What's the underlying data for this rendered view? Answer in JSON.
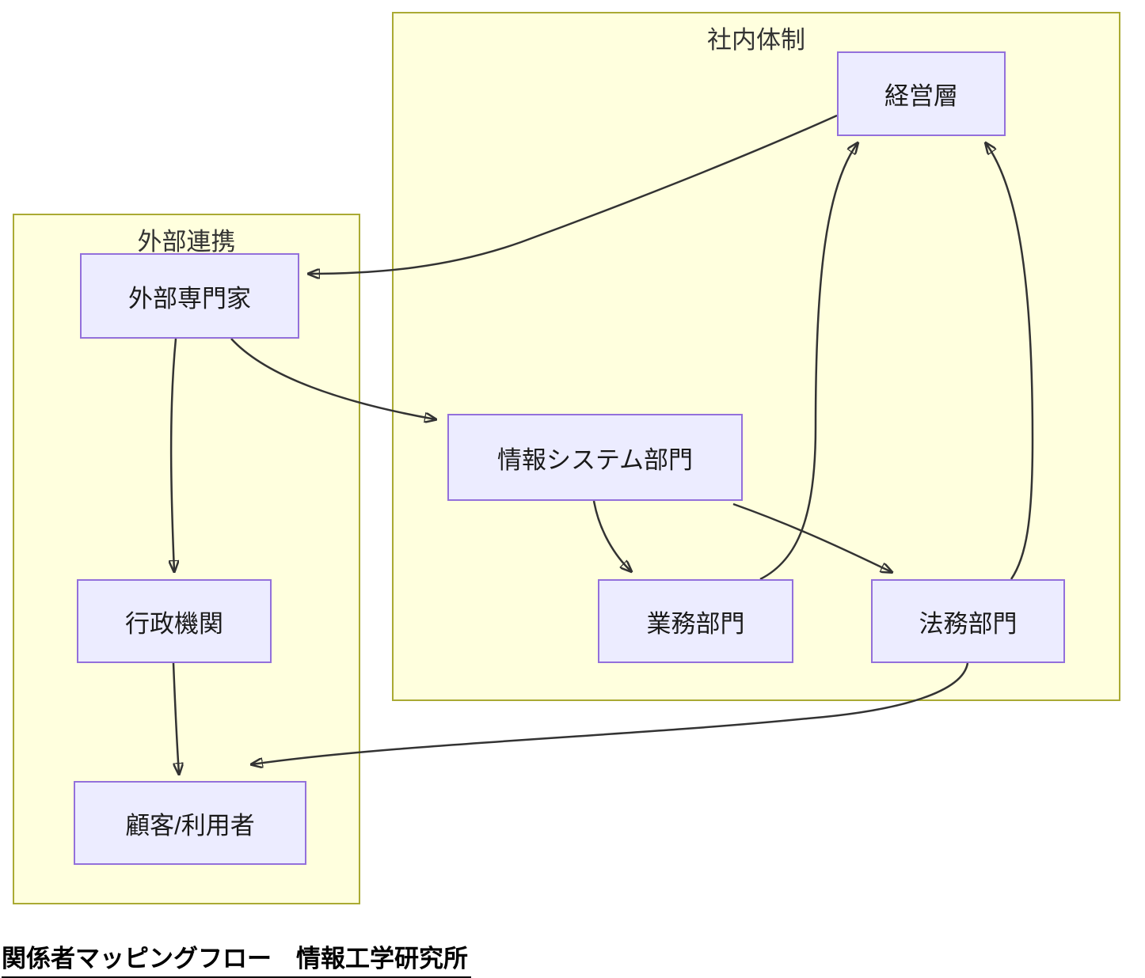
{
  "diagram": {
    "type": "flowchart",
    "title": "関係者マッピングフロー　情報工学研究所",
    "clusters": [
      {
        "id": "internal-structure",
        "label": "社内体制",
        "members": [
          "経営層",
          "情報システム部門",
          "業務部門",
          "法務部門"
        ]
      },
      {
        "id": "external-collaboration",
        "label": "外部連携",
        "members": [
          "外部専門家",
          "行政機関",
          "顧客/利用者"
        ]
      }
    ],
    "nodes": [
      {
        "id": "management",
        "label": "経営層"
      },
      {
        "id": "external-expert",
        "label": "外部専門家"
      },
      {
        "id": "it-systems-dept",
        "label": "情報システム部門"
      },
      {
        "id": "business-dept",
        "label": "業務部門"
      },
      {
        "id": "legal-dept",
        "label": "法務部門"
      },
      {
        "id": "government-agency",
        "label": "行政機関"
      },
      {
        "id": "customers-users",
        "label": "顧客/利用者"
      }
    ],
    "edges": [
      {
        "from": "経営層",
        "to": "外部専門家"
      },
      {
        "from": "外部専門家",
        "to": "情報システム部門"
      },
      {
        "from": "外部専門家",
        "to": "行政機関"
      },
      {
        "from": "行政機関",
        "to": "顧客/利用者"
      },
      {
        "from": "情報システム部門",
        "to": "業務部門"
      },
      {
        "from": "情報システム部門",
        "to": "法務部門"
      },
      {
        "from": "業務部門",
        "to": "経営層"
      },
      {
        "from": "法務部門",
        "to": "経営層"
      },
      {
        "from": "法務部門",
        "to": "顧客/利用者"
      }
    ],
    "colors": {
      "node_fill": "#ececff",
      "node_border": "#9370db",
      "cluster_fill": "#ffffde",
      "cluster_border": "#aaaa33",
      "edge_stroke": "#333333",
      "text": "#1a1a1a",
      "background": "#ffffff"
    }
  }
}
